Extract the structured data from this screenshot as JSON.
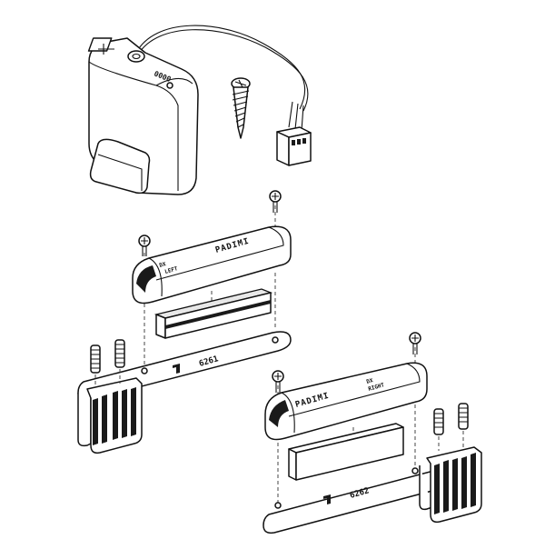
{
  "control_unit": {
    "label": "0000"
  },
  "left_assembly": {
    "brand": "PADIMI",
    "side_code": "DX",
    "side_label": "LEFT",
    "part_number": "6261"
  },
  "right_assembly": {
    "brand": "PADIMI",
    "side_code": "DX",
    "side_label": "RIGHT",
    "part_number": "6262"
  }
}
